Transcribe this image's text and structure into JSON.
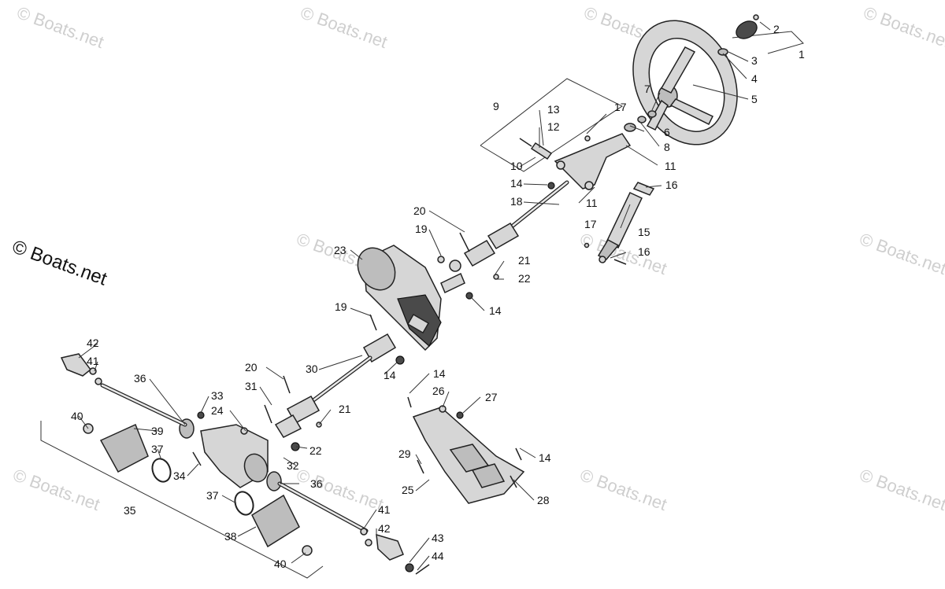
{
  "branding": {
    "copyright_text": "© Boats.net",
    "watermark_text": "© Boats.net"
  },
  "callouts": [
    {
      "id": "c1",
      "text": "1"
    },
    {
      "id": "c2",
      "text": "2"
    },
    {
      "id": "c3",
      "text": "3"
    },
    {
      "id": "c4",
      "text": "4"
    },
    {
      "id": "c5",
      "text": "5"
    },
    {
      "id": "c6",
      "text": "6"
    },
    {
      "id": "c7",
      "text": "7"
    },
    {
      "id": "c8",
      "text": "8"
    },
    {
      "id": "c9",
      "text": "9"
    },
    {
      "id": "c10",
      "text": "10"
    },
    {
      "id": "c11a",
      "text": "11"
    },
    {
      "id": "c11b",
      "text": "11"
    },
    {
      "id": "c12",
      "text": "12"
    },
    {
      "id": "c13",
      "text": "13"
    },
    {
      "id": "c14a",
      "text": "14"
    },
    {
      "id": "c14b",
      "text": "14"
    },
    {
      "id": "c14c",
      "text": "14"
    },
    {
      "id": "c14d",
      "text": "14"
    },
    {
      "id": "c14e",
      "text": "14"
    },
    {
      "id": "c15",
      "text": "15"
    },
    {
      "id": "c16a",
      "text": "16"
    },
    {
      "id": "c16b",
      "text": "16"
    },
    {
      "id": "c17a",
      "text": "17"
    },
    {
      "id": "c17b",
      "text": "17"
    },
    {
      "id": "c18",
      "text": "18"
    },
    {
      "id": "c19a",
      "text": "19"
    },
    {
      "id": "c19b",
      "text": "19"
    },
    {
      "id": "c20a",
      "text": "20"
    },
    {
      "id": "c20b",
      "text": "20"
    },
    {
      "id": "c21a",
      "text": "21"
    },
    {
      "id": "c21b",
      "text": "21"
    },
    {
      "id": "c22a",
      "text": "22"
    },
    {
      "id": "c22b",
      "text": "22"
    },
    {
      "id": "c23",
      "text": "23"
    },
    {
      "id": "c24",
      "text": "24"
    },
    {
      "id": "c25",
      "text": "25"
    },
    {
      "id": "c26",
      "text": "26"
    },
    {
      "id": "c27",
      "text": "27"
    },
    {
      "id": "c28",
      "text": "28"
    },
    {
      "id": "c29",
      "text": "29"
    },
    {
      "id": "c30",
      "text": "30"
    },
    {
      "id": "c31",
      "text": "31"
    },
    {
      "id": "c32",
      "text": "32"
    },
    {
      "id": "c33",
      "text": "33"
    },
    {
      "id": "c34",
      "text": "34"
    },
    {
      "id": "c35",
      "text": "35"
    },
    {
      "id": "c36a",
      "text": "36"
    },
    {
      "id": "c36b",
      "text": "36"
    },
    {
      "id": "c37a",
      "text": "37"
    },
    {
      "id": "c37b",
      "text": "37"
    },
    {
      "id": "c38",
      "text": "38"
    },
    {
      "id": "c39",
      "text": "39"
    },
    {
      "id": "c40a",
      "text": "40"
    },
    {
      "id": "c40b",
      "text": "40"
    },
    {
      "id": "c41a",
      "text": "41"
    },
    {
      "id": "c41b",
      "text": "41"
    },
    {
      "id": "c42a",
      "text": "42"
    },
    {
      "id": "c42b",
      "text": "42"
    },
    {
      "id": "c43",
      "text": "43"
    },
    {
      "id": "c44",
      "text": "44"
    }
  ]
}
